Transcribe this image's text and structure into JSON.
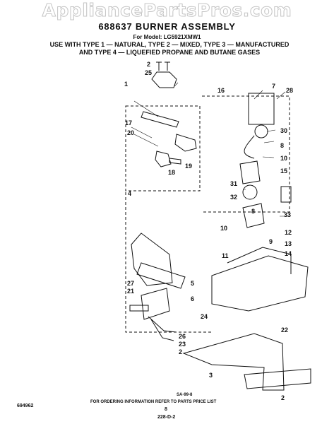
{
  "watermark": "AppliancePartsPros.com",
  "header": {
    "title": "688637 BURNER ASSEMBLY",
    "model_line": "For Model: LG5921XMW1",
    "use_lines": [
      "USE WITH TYPE 1 — NATURAL, TYPE 2 — MIXED, TYPE 3 — MANUFACTURED",
      "AND TYPE 4 — LIQUEFIED PROPANE AND BUTANE GASES"
    ]
  },
  "callouts": [
    "2",
    "25",
    "1",
    "17",
    "20",
    "18",
    "19",
    "4",
    "27",
    "21",
    "26",
    "23",
    "2",
    "3",
    "16",
    "7",
    "28",
    "30",
    "8",
    "10",
    "15",
    "31",
    "32",
    "33",
    "8",
    "10",
    "11",
    "12",
    "9",
    "13",
    "14",
    "5",
    "6",
    "24",
    "22",
    "2"
  ],
  "footer": {
    "code": "SA-99-8",
    "note": "FOR ORDERING INFORMATION REFER TO PARTS PRICE LIST",
    "left_number": "694962",
    "page_number": "8",
    "page_code": "228-D-2"
  }
}
